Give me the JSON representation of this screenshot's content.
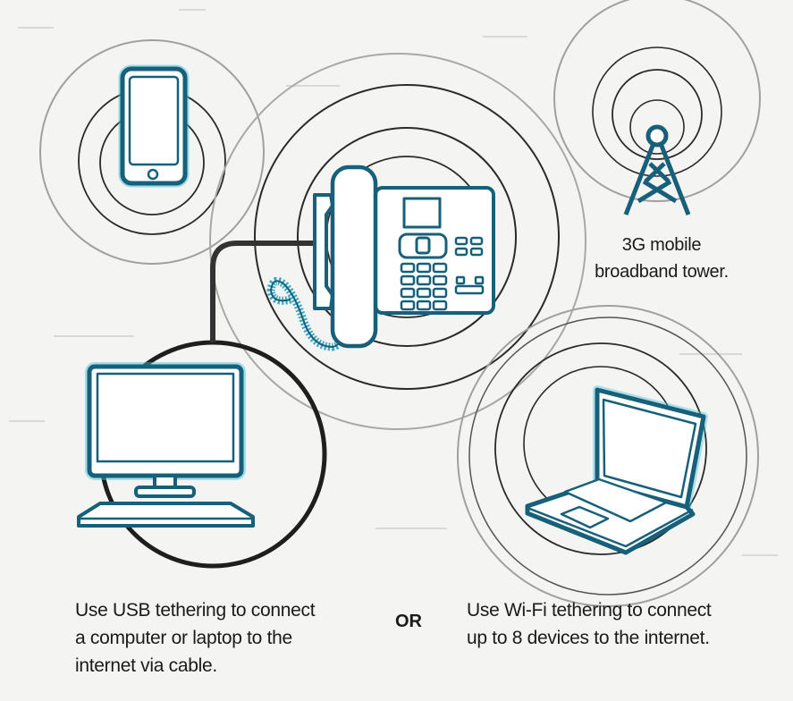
{
  "illustration": {
    "title": "Tethering options for desk phone with 3G mobile broadband",
    "colors": {
      "background": "#f4f4f2",
      "icon_stroke": "#17607a",
      "icon_glow": "#45c2dd",
      "ring_dark": "#2a2a2a",
      "ring_light": "#9a9a9a",
      "cable": "#333333",
      "text": "#1a1a1a"
    },
    "icons": [
      {
        "name": "smartphone-icon",
        "label": "Mobile phone"
      },
      {
        "name": "desk-phone-icon",
        "label": "Desk phone with handset"
      },
      {
        "name": "cell-tower-icon",
        "label": "3G tower"
      },
      {
        "name": "desktop-computer-icon",
        "label": "Desktop computer"
      },
      {
        "name": "laptop-icon",
        "label": "Laptop"
      }
    ]
  },
  "tower_label": {
    "line1": "3G mobile",
    "line2": "broadband tower."
  },
  "usb_caption": {
    "line1": "Use USB tethering to connect",
    "line2": "a computer or laptop to the",
    "line3": "internet via cable."
  },
  "separator": {
    "label": "OR"
  },
  "wifi_caption": {
    "line1": "Use Wi-Fi tethering to connect",
    "line2": "up to 8 devices to the internet."
  }
}
